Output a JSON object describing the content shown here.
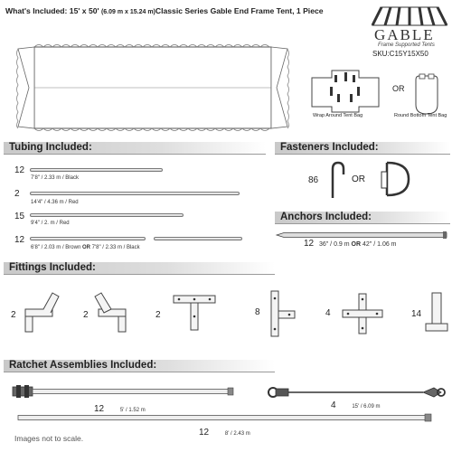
{
  "header": {
    "title_main": "What's Included: 15' x 50'",
    "title_metric": "(6.09 m x 15.24 m)",
    "title_product": "Classic Series Gable End Frame Tent, 1 Piece"
  },
  "brand": {
    "name": "GABLE",
    "tagline": "Frame Supported Tents",
    "sku": "SKU:C15Y15X50"
  },
  "bags": {
    "wrap_label": "Wrap Around Tent Bag",
    "or_label": "OR",
    "round_label": "Round Bottom Tent Bag"
  },
  "tubing": {
    "title": "Tubing Included:",
    "items": [
      {
        "qty": "12",
        "label": "7'8\" / 2.33 m  /  Black"
      },
      {
        "qty": "2",
        "label": "14'4\" / 4.36 m  /  Red"
      },
      {
        "qty": "15",
        "label": "9'4\" / 2. m  /  Red"
      },
      {
        "qty": "12",
        "label_a": "6'8\" / 2.03 m  /  Brown",
        "or": "OR",
        "label_b": "7'8\" / 2.33 m  /  Black"
      }
    ]
  },
  "fasteners": {
    "title": "Fasteners Included:",
    "qty": "86",
    "or_label": "OR"
  },
  "anchors": {
    "title": "Anchors Included:",
    "qty": "12",
    "label_a": "36\" / 0.9 m",
    "or": "OR",
    "label_b": "42\" / 1.06 m"
  },
  "fittings": {
    "title": "Fittings Included:",
    "items": [
      {
        "qty": "2"
      },
      {
        "qty": "2"
      },
      {
        "qty": "2"
      },
      {
        "qty": "8"
      },
      {
        "qty": "4"
      },
      {
        "qty": "14"
      }
    ]
  },
  "ratchets": {
    "title": "Ratchet Assemblies Included:",
    "strap1": {
      "qty": "12",
      "label": "5' / 1.52 m"
    },
    "cable": {
      "qty": "4",
      "label": "15' / 6.09 m"
    },
    "strap2": {
      "qty": "12",
      "label": "8' / 2.43 m"
    }
  },
  "footer": {
    "note": "Images not to scale."
  }
}
